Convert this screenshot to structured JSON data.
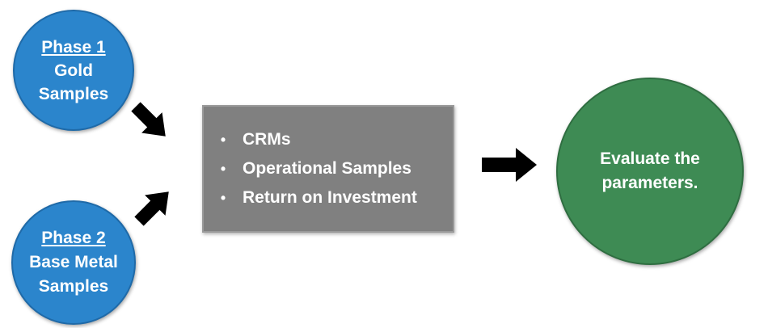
{
  "phase1": {
    "heading": "Phase 1",
    "lines": [
      "Gold",
      "Samples"
    ]
  },
  "phase2": {
    "heading": "Phase 2",
    "lines": [
      "Base Metal",
      "Samples"
    ]
  },
  "center_box": {
    "items": [
      "CRMs",
      "Operational Samples",
      "Return on Investment"
    ]
  },
  "evaluate": {
    "lines": [
      "Evaluate the",
      "parameters."
    ]
  },
  "colors": {
    "blue": "#2b85cc",
    "gray": "#808080",
    "green": "#3e8b54",
    "arrow": "#000000"
  }
}
